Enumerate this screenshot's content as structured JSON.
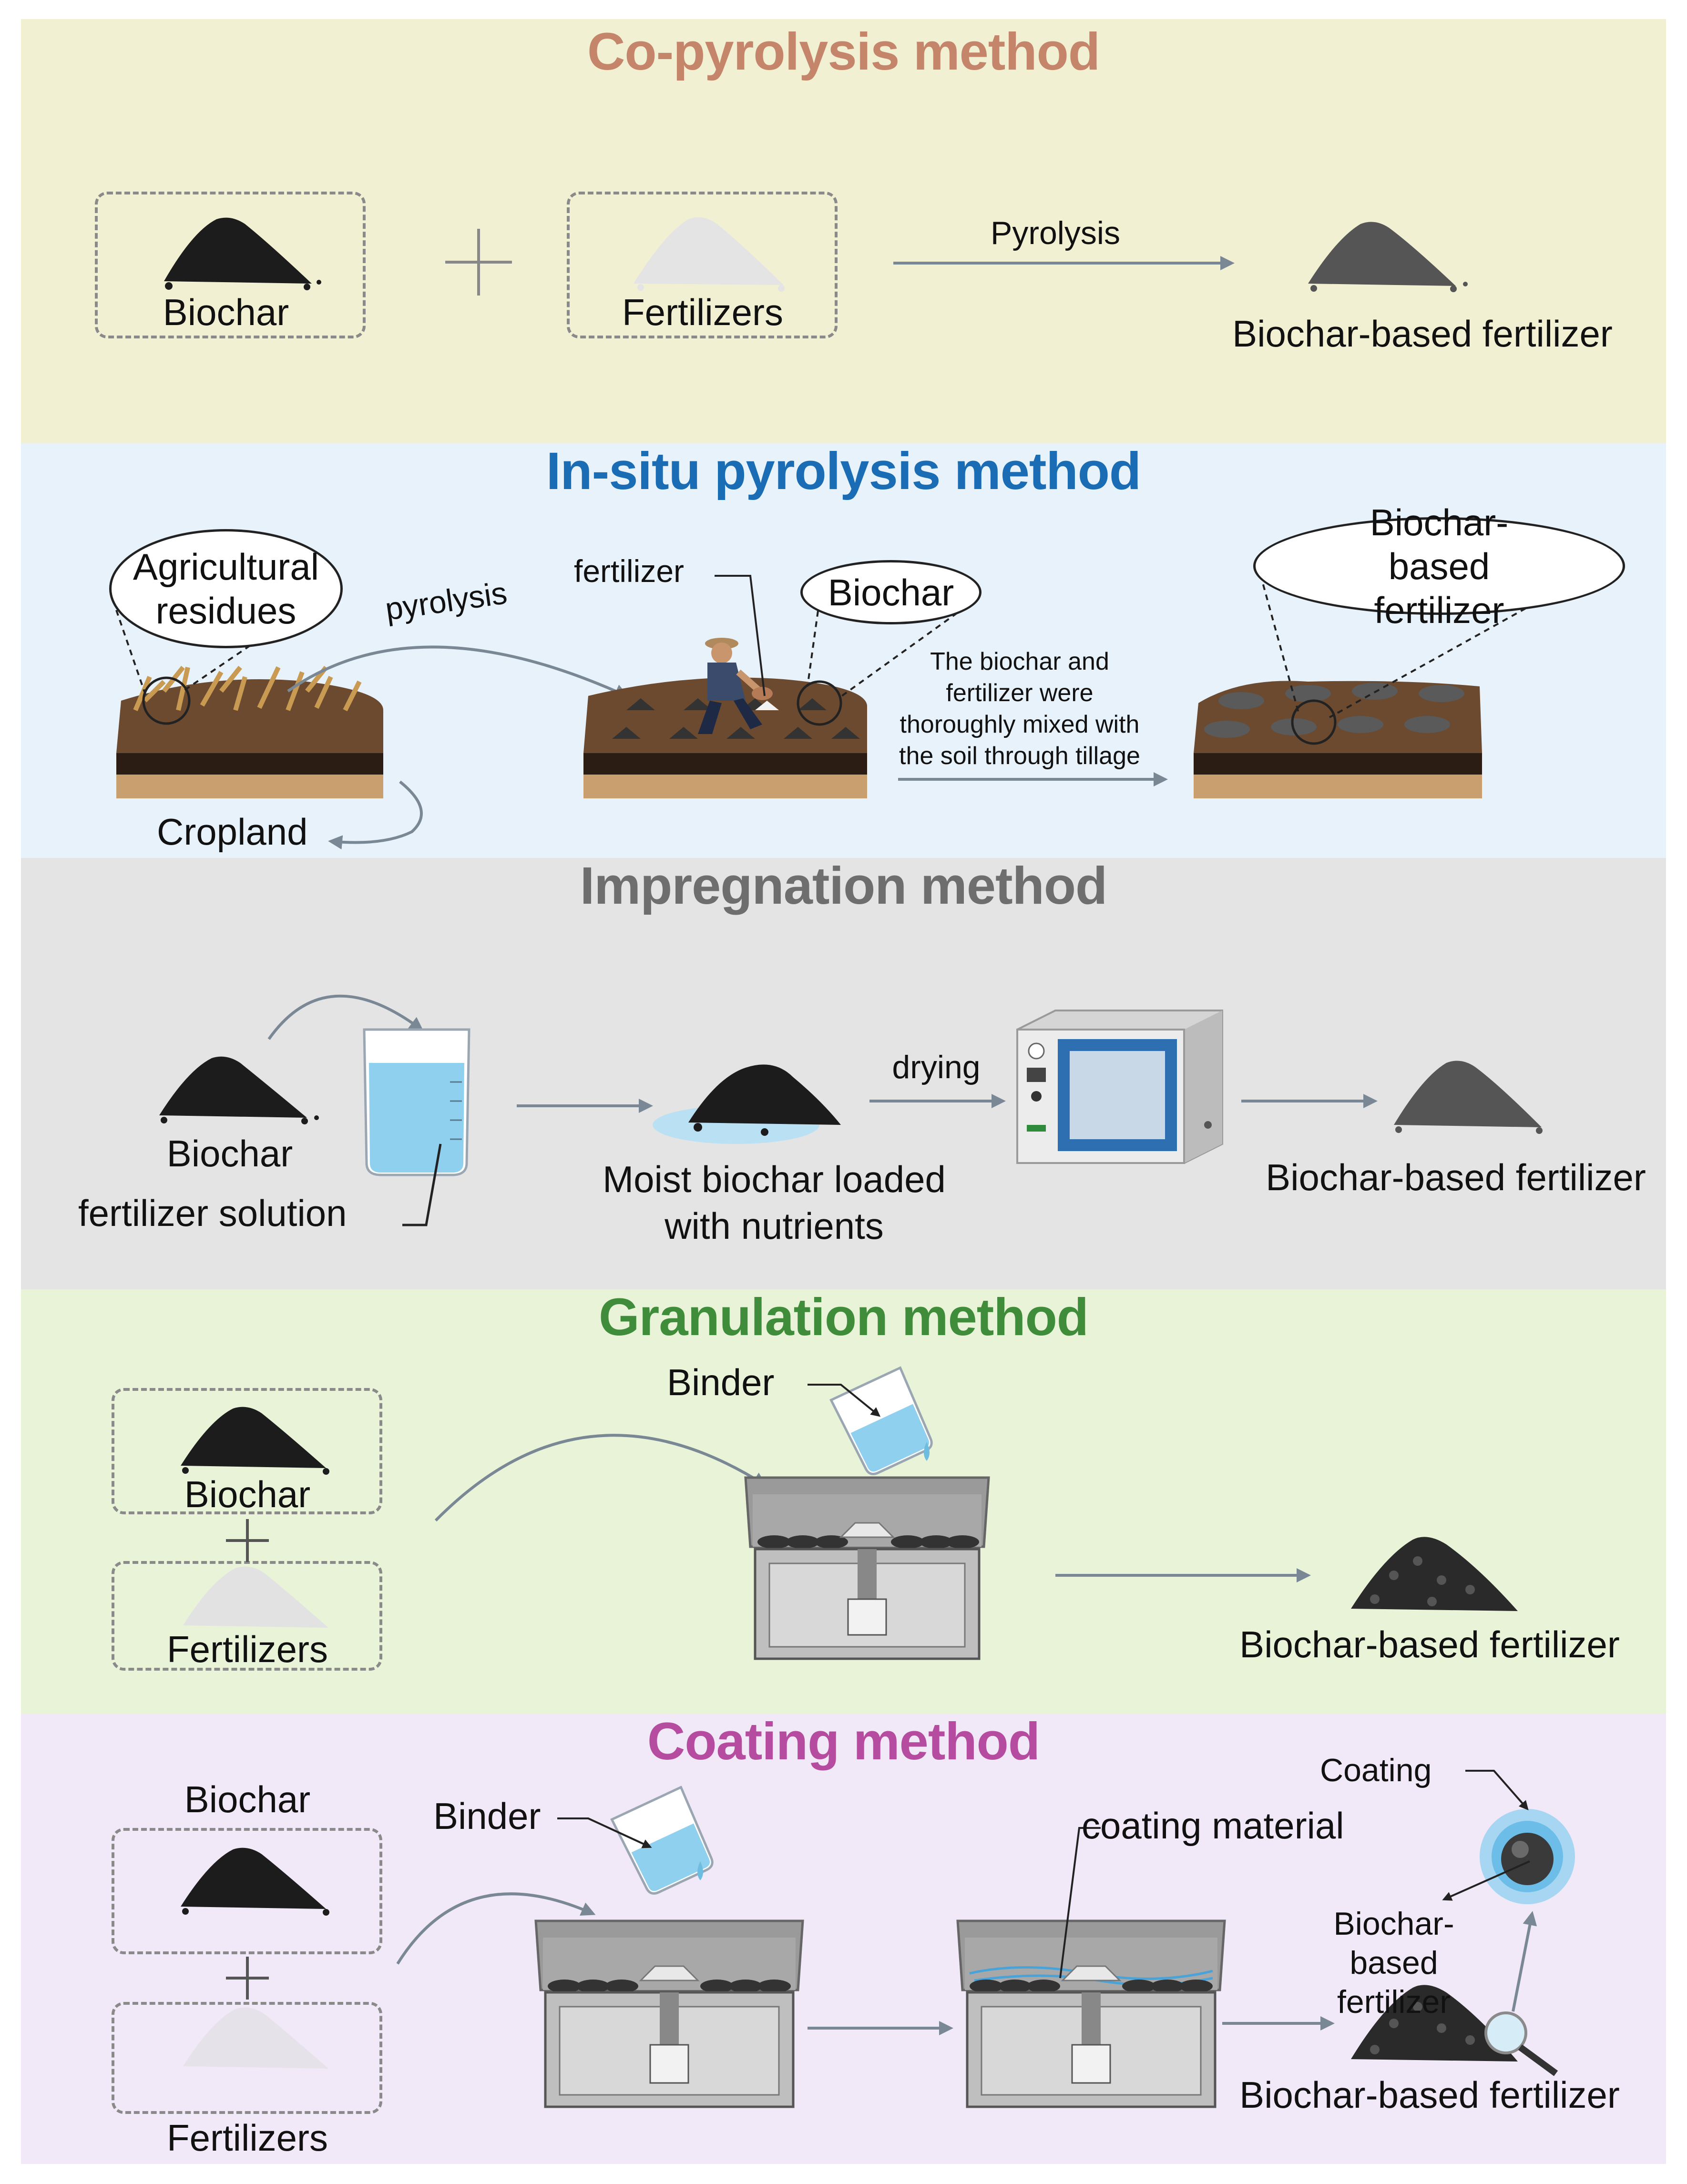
{
  "colors": {
    "copyrolysis_bg": "#f2f0d2",
    "insitu_bg": "#e8f2fb",
    "impregnation_bg": "#e4e4e4",
    "granulation_bg": "#e8f3d8",
    "coating_bg": "#f1e8f8",
    "copyrolysis_title": "#c4856a",
    "insitu_title": "#1a6db4",
    "impregnation_title": "#6e6e6e",
    "granulation_title": "#3f8d3a",
    "coating_title": "#b64c9f",
    "arrow": "#7a8896",
    "biochar": "#1c1c1c",
    "fertilizer": "#dedede",
    "bbf": "#555555"
  },
  "copyrolysis": {
    "title": "Co-pyrolysis method",
    "biochar": "Biochar",
    "fertilizers": "Fertilizers",
    "arrow_label": "Pyrolysis",
    "product": "Biochar-based fertilizer"
  },
  "insitu": {
    "title": "In-situ pyrolysis method",
    "agri_residues": "Agricultural residues",
    "pyrolysis": "pyrolysis",
    "cropland": "Cropland",
    "fertilizer": "fertilizer",
    "biochar": "Biochar",
    "note": "The biochar and fertilizer were thoroughly mixed with the soil through tillage",
    "product": "Biochar-based fertilizer"
  },
  "impregnation": {
    "title": "Impregnation method",
    "biochar": "Biochar",
    "solution": "fertilizer solution",
    "moist": "Moist biochar loaded with nutrients",
    "drying": "drying",
    "product": "Biochar-based fertilizer"
  },
  "granulation": {
    "title": "Granulation method",
    "binder": "Binder",
    "biochar": "Biochar",
    "fertilizers": "Fertilizers",
    "product": "Biochar-based fertilizer"
  },
  "coating": {
    "title": "Coating method",
    "biochar": "Biochar",
    "fertilizers": "Fertilizers",
    "binder": "Binder",
    "coating_material": "coating material",
    "coating": "Coating",
    "inner_label": "Biochar-based fertilizer",
    "product": "Biochar-based fertilizer"
  }
}
